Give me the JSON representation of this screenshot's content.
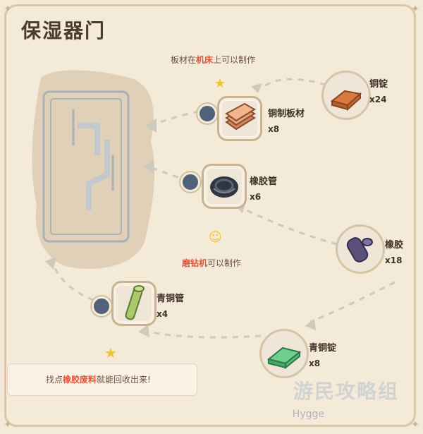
{
  "title": "保湿器门",
  "notes": {
    "top": {
      "pre": "板材在",
      "hl": "机床",
      "post": "上可以制作"
    },
    "middle": {
      "hl": "磨钻机",
      "post": "可以制作"
    },
    "bottom": {
      "pre": "找点",
      "hl": "橡胶废料",
      "post": "就能回收出来!"
    }
  },
  "items": {
    "copper_plate": {
      "name": "铜制板材",
      "qty": "x8"
    },
    "rubber_tube": {
      "name": "橡胶管",
      "qty": "x6"
    },
    "bronze_tube": {
      "name": "青铜管",
      "qty": "x4"
    },
    "copper_ingot": {
      "name": "铜锭",
      "qty": "x24"
    },
    "rubber": {
      "name": "橡胶",
      "qty": "x18"
    },
    "bronze_ingot": {
      "name": "青铜锭",
      "qty": "x8"
    }
  },
  "watermark": {
    "main": "游民攻略组",
    "sub": "Hygge"
  },
  "colors": {
    "accent": "#e0573d",
    "dot": "#50617a",
    "frame": "#d8c7a8"
  }
}
